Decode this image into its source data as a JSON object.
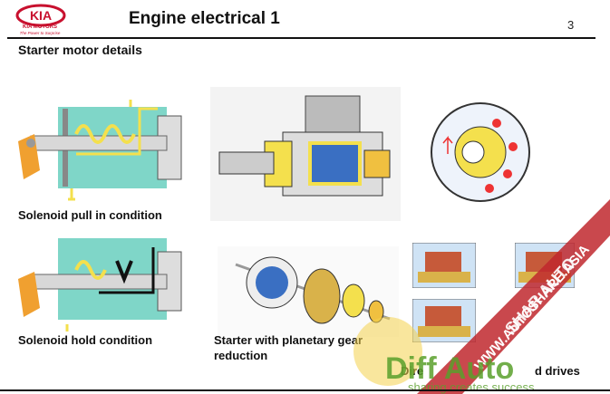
{
  "header": {
    "logo_brand": "KIA",
    "logo_name": "KIA MOTORS",
    "logo_tagline": "The Power to Surprise",
    "title": "Engine electrical 1",
    "page_number": "3"
  },
  "section": {
    "subtitle": "Starter motor details"
  },
  "captions": {
    "pull_in": "Solenoid pull in condition",
    "hold": "Solenoid hold condition",
    "planetary_line1": "Starter with planetary gear",
    "planetary_line2": "reduction",
    "bottom_right_fragment": "Dire",
    "bottom_right_fragment2": "d drives"
  },
  "watermark": {
    "text1": "WWW.AUTOSHARE.ASIA",
    "text2": "SHAR AUTO",
    "brand": "Diff Auto",
    "tagline": "sharing creates success"
  },
  "colors": {
    "kia_red": "#c8102e",
    "teal": "#7fd6c8",
    "yellow": "#f4e04d",
    "orange": "#f0a030",
    "watermark_red": "#c0282e",
    "watermark_green": "#5aa02c"
  }
}
